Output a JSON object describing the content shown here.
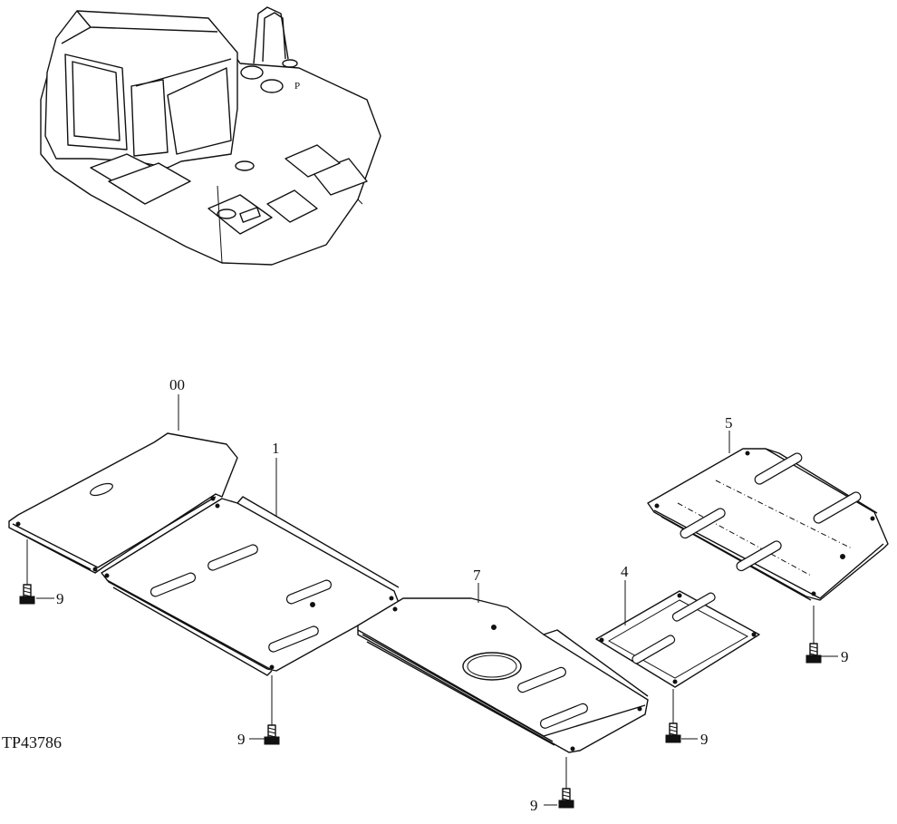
{
  "drawing_id": "TP43786",
  "callouts": {
    "assembly": "00",
    "plate_1": "1",
    "plate_4": "4",
    "plate_5": "5",
    "plate_7": "7",
    "bolt": "9"
  }
}
